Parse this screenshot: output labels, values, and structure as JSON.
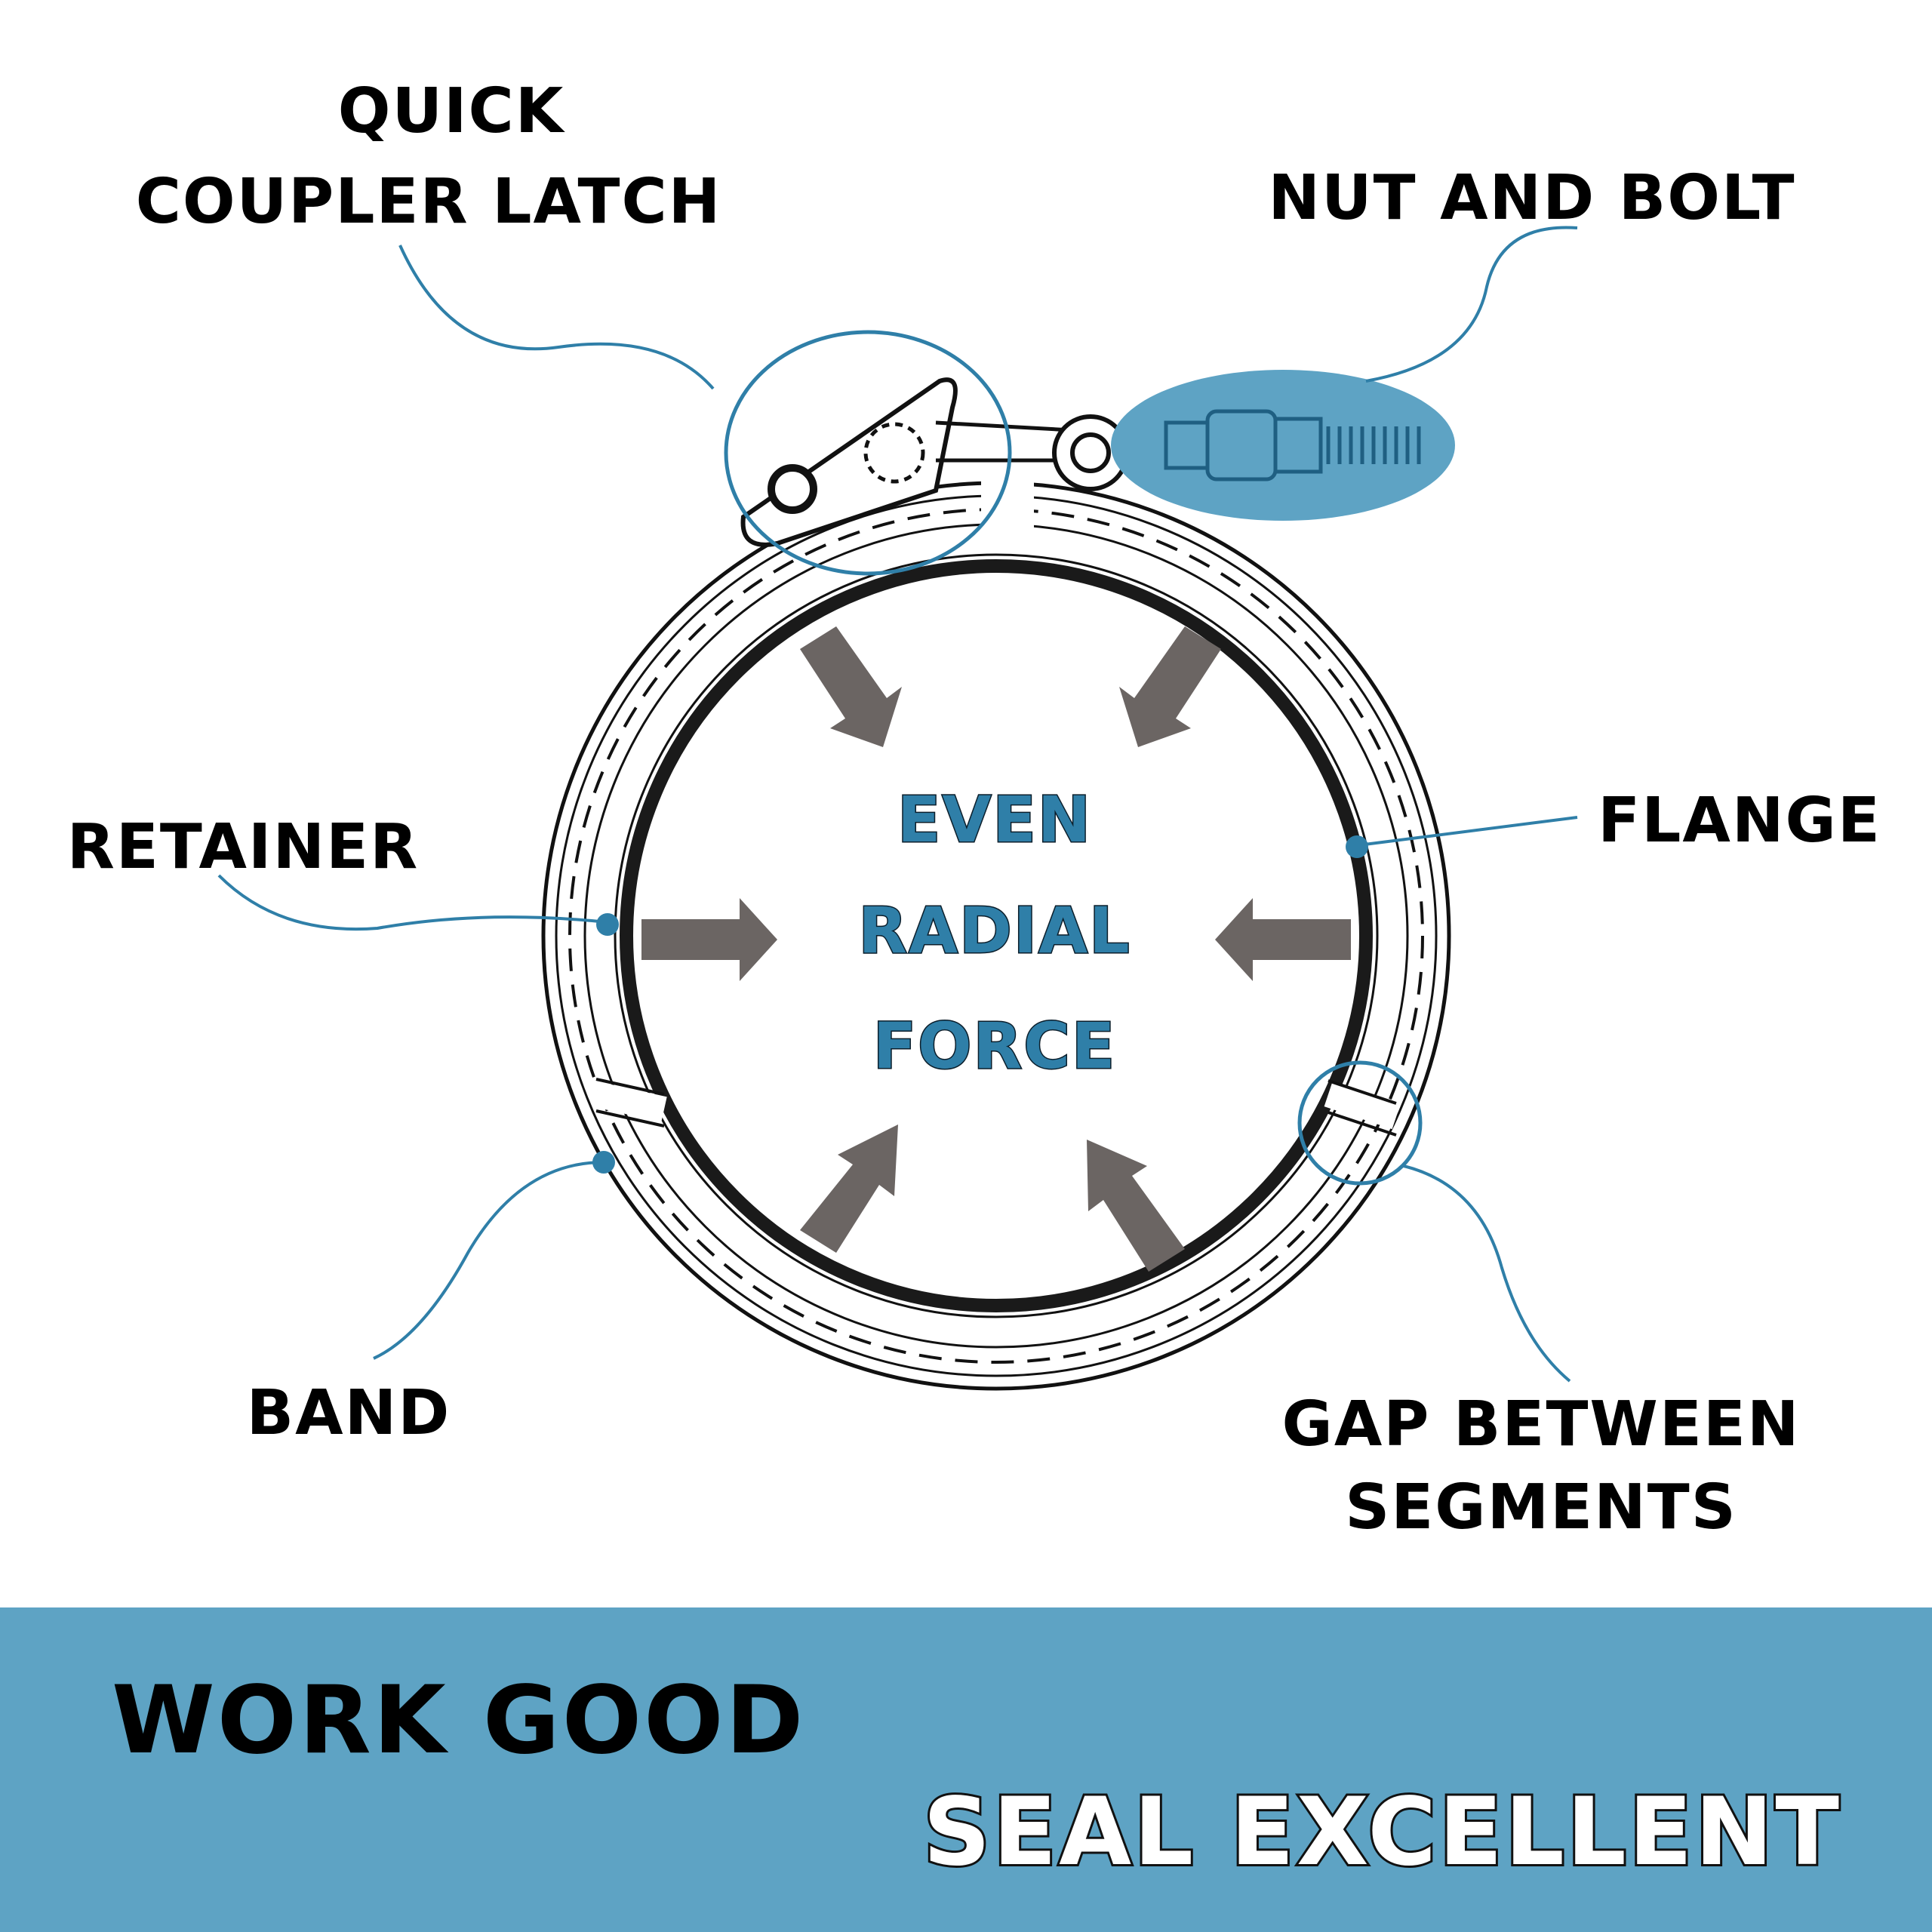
{
  "labels": {
    "quick_coupler_line1": "QUICK",
    "quick_coupler_line2": "COUPLER LATCH",
    "nut_and_bolt": "NUT AND BOLT",
    "retainer": "RETAINER",
    "flange": "FLANGE",
    "band": "BAND",
    "gap_line1": "GAP BETWEEN",
    "gap_line2": "SEGMENTS"
  },
  "center": {
    "line1": "EVEN",
    "line2": "RADIAL",
    "line3": "FORCE"
  },
  "footer": {
    "left": "WORK GOOD",
    "right": "SEAL EXCELLENT"
  },
  "colors": {
    "accent": "#2f7fa8",
    "footer_bg": "#5ea3c4",
    "arrow": "#6b6563",
    "text": "#000000"
  }
}
